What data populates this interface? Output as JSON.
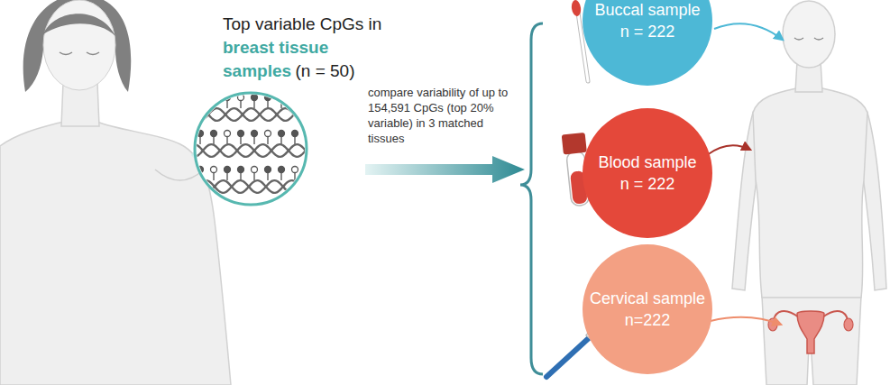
{
  "diagram": {
    "nodes": [
      {
        "text": [
          "Buccal sample",
          "n = 222"
        ]
      },
      {
        "text": [
          "Blood sample",
          "n = 222"
        ]
      },
      {
        "text": [
          "Cervical sample",
          "n=222"
        ]
      }
    ],
    "labels": [
      "Top variable CpGs in",
      "breast tissue samples",
      "(n = 50)",
      "compare variability of up to 154,591 CpGs (top 20% variable) in 3 matched tissues"
    ]
  }
}
